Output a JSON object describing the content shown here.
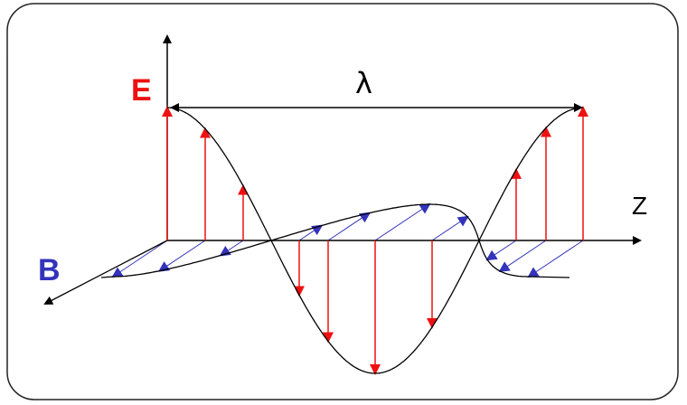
{
  "labels": {
    "electric_field": "E",
    "magnetic_field": "B",
    "propagation_axis": "Z",
    "wavelength": "λ"
  },
  "colors": {
    "electric": "#ee1111",
    "magnetic": "#3333bb",
    "axes": "#000000",
    "frame": "#222222"
  }
}
